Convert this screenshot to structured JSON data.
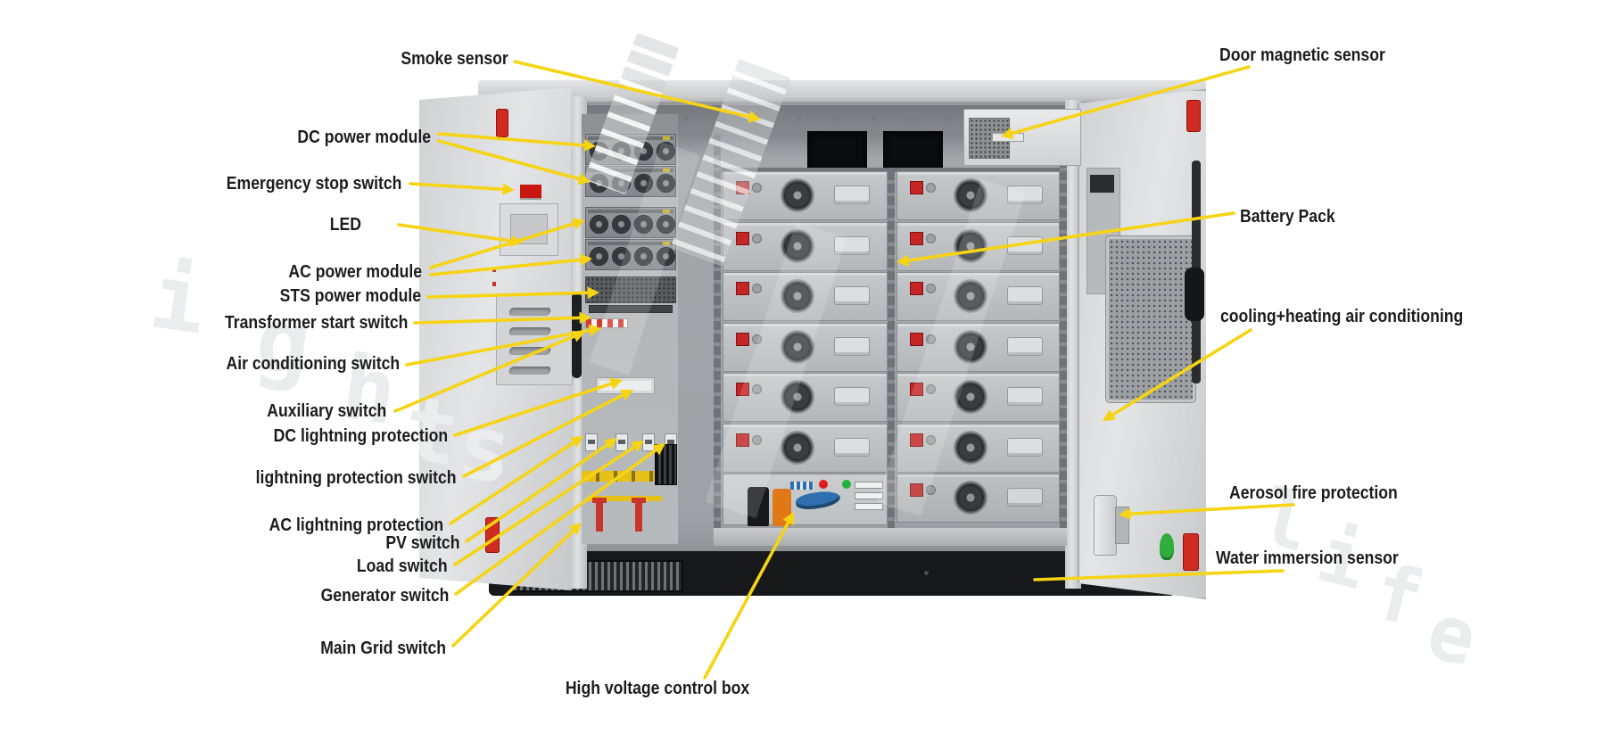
{
  "figure": {
    "type": "annotated equipment diagram",
    "subject": "outdoor battery energy storage cabinet with open doors",
    "background_color": "#ffffff",
    "arrow_color": "#f6d414",
    "label_color": "#1c1c1c",
    "accent_red": "#c62525",
    "accent_green": "#2fae3e",
    "accent_orange": "#e07818",
    "accent_blue": "#2f6fae"
  },
  "labels": {
    "smoke_sensor": "Smoke sensor",
    "dc_power_module": "DC power module",
    "emergency_stop_switch": "Emergency stop switch",
    "led": "LED",
    "ac_power_module": "AC power module",
    "sts_power_module": "STS power module",
    "transformer_start_switch": "Transformer start switch",
    "air_conditioning_switch": "Air conditioning switch",
    "auxiliary_switch": "Auxiliary switch",
    "dc_lightning_protection": "DC lightning protection",
    "lightning_protection_switch": "lightning protection switch",
    "ac_lightning_protection": "AC lightning protection",
    "pv_switch": "PV switch",
    "load_switch": "Load switch",
    "generator_switch": "Generator switch",
    "main_grid_switch": "Main Grid switch",
    "high_voltage_control_box": "High voltage control box",
    "door_magnetic_sensor": "Door magnetic sensor",
    "battery_pack": "Battery Pack",
    "cooling_heating_ac": "cooling+heating air conditioning",
    "aerosol_fire_protection": "Aerosol fire protection",
    "water_immersion_sensor": "Water immersion sensor"
  },
  "watermark": {
    "left_word": "lights",
    "right_word": "life"
  },
  "cabinet": {
    "battery_columns": 2,
    "battery_rows": 7,
    "battery_packs_visible": 13,
    "pcs_fan_modules": 4,
    "fans_per_module": 4
  }
}
